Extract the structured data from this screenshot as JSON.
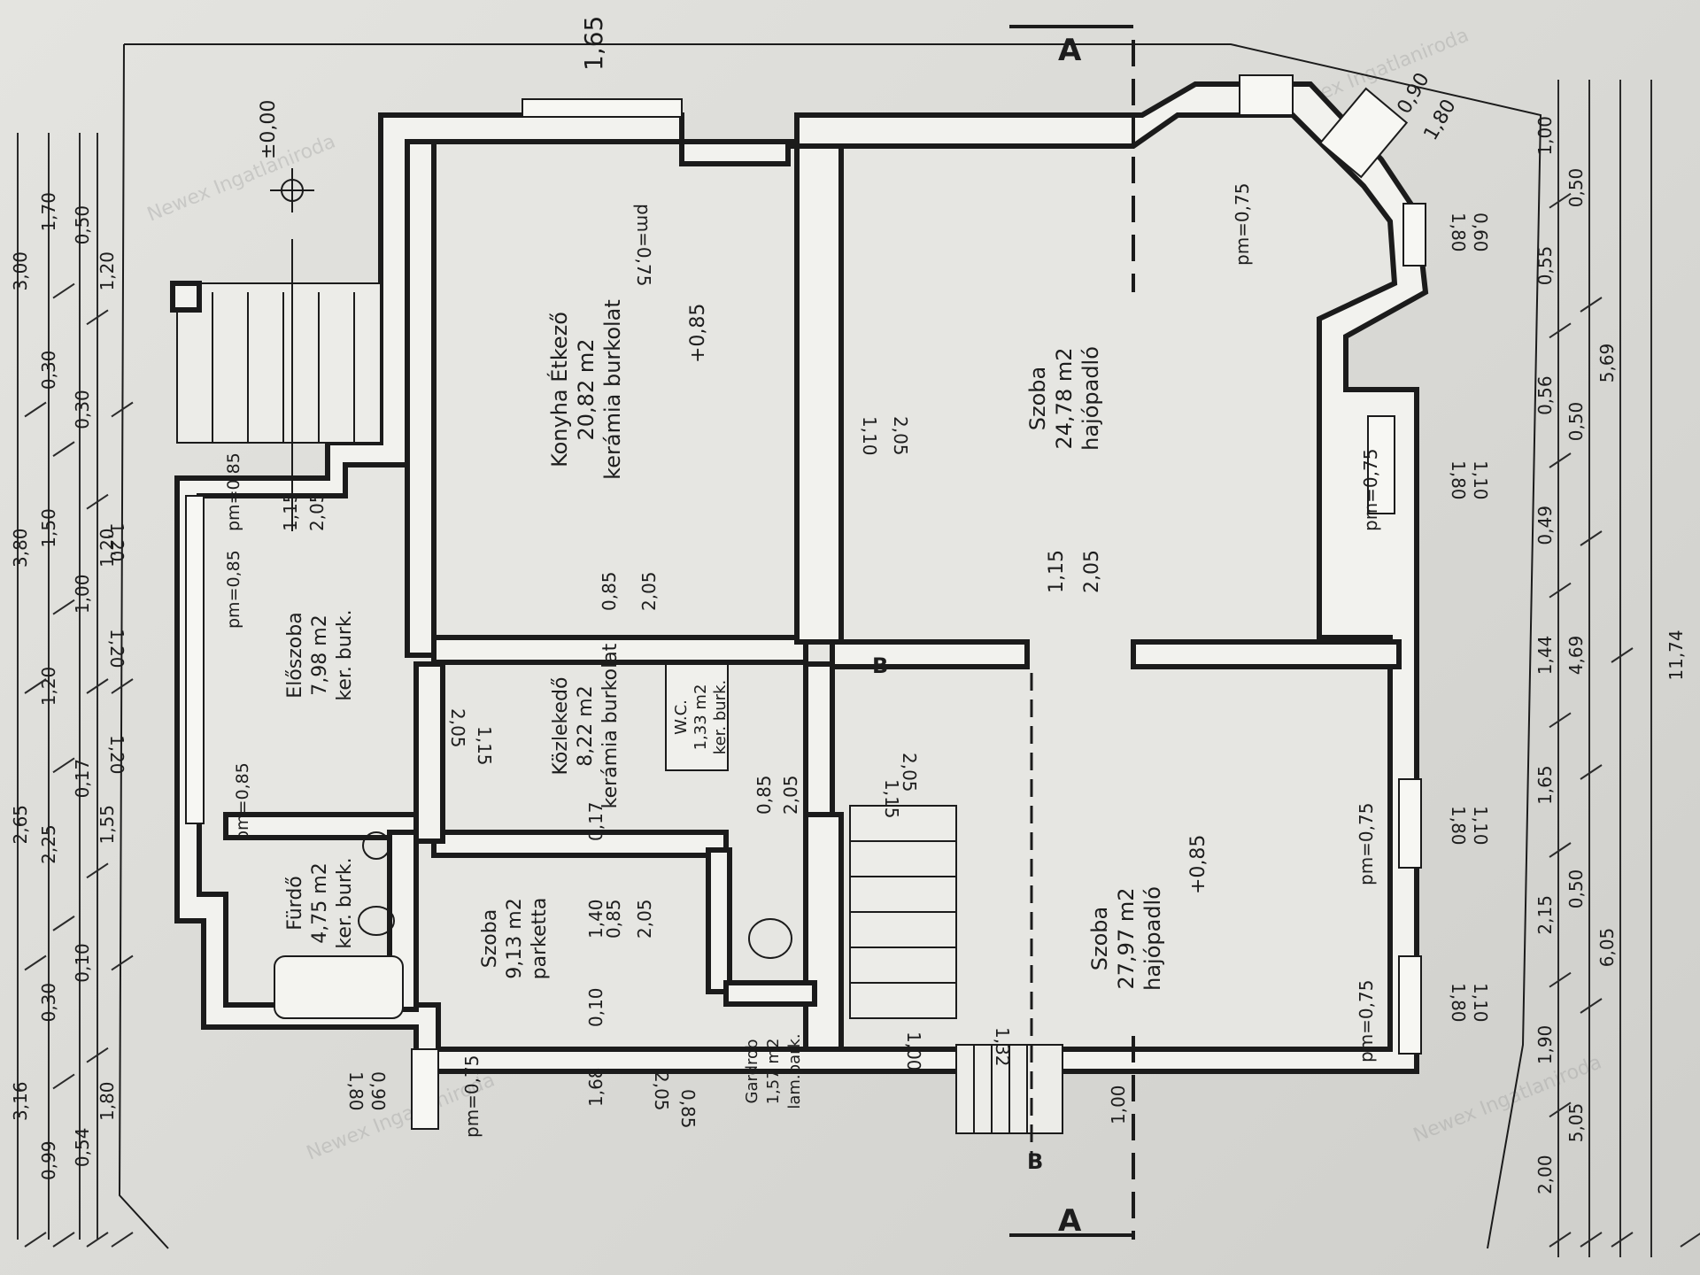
{
  "watermark": "Newex Ingatlaniroda",
  "level_mark": "±0,00",
  "section_marks": {
    "a": "A",
    "b": "B"
  },
  "rooms": [
    {
      "id": "konyha",
      "name": "Konyha Étkező",
      "area": "20,82 m2",
      "finish": "kerámia burkolat",
      "level": "+0,85"
    },
    {
      "id": "szoba1",
      "name": "Szoba",
      "area": "24,78 m2",
      "finish": "hajópadló",
      "level": ""
    },
    {
      "id": "eloszoba",
      "name": "Előszoba",
      "area": "7,98 m2",
      "finish": "ker. burk.",
      "level": ""
    },
    {
      "id": "kozlekedo",
      "name": "Közlekedő",
      "area": "8,22 m2",
      "finish": "kerámia burkolat",
      "level": ""
    },
    {
      "id": "wc",
      "name": "W.C.",
      "area": "1,33 m2",
      "finish": "ker. burk.",
      "level": ""
    },
    {
      "id": "furdo",
      "name": "Fürdő",
      "area": "4,75 m2",
      "finish": "ker. burk.",
      "level": ""
    },
    {
      "id": "szoba2",
      "name": "Szoba",
      "area": "9,13 m2",
      "finish": "parketta",
      "level": ""
    },
    {
      "id": "gardrob",
      "name": "Gardrob",
      "area": "1,57 m2",
      "finish": "lam.park.",
      "level": ""
    },
    {
      "id": "szoba3",
      "name": "Szoba",
      "area": "27,97 m2",
      "finish": "hajópadló",
      "level": "+0,85"
    }
  ],
  "annotations": {
    "pm075": "pm=0,75",
    "pm085": "pm=0,85",
    "door_115": "1,15",
    "door_205": "2,05",
    "door_110": "1,10",
    "door_085": "0,85",
    "win_180": "1,80",
    "win_110": "1,10",
    "win_120": "1,20",
    "win_090": "0,90",
    "win_060": "0,60",
    "stair_100": "1,00",
    "stair_132": "1,32",
    "stair_168": "1,68",
    "stair_140": "1,40",
    "stair_010": "0,10",
    "stair_017": "0,17",
    "top_165": "1,65"
  },
  "dims_bottom_1": [
    "2,00",
    "1,90",
    "2,15",
    "1,65",
    "1,44",
    "0,49",
    "0,56",
    "0,55",
    "1,00"
  ],
  "dims_bottom_2": [
    "5,05",
    "0,50",
    "4,69",
    "0,50",
    "0,50"
  ],
  "dims_bottom_3": [
    "6,05",
    "5,69"
  ],
  "dims_bottom_4": [
    "11,74"
  ],
  "dims_top_1": [
    "0,54",
    "0,10",
    "0,17",
    "1,00",
    "0,30",
    "0,50"
  ],
  "dims_top_2": [
    "0,99",
    "0,30",
    "2,25",
    "1,20",
    "1,50",
    "0,30",
    "1,70"
  ],
  "dims_top_3": [
    "3,16",
    "2,65",
    "3,80",
    "3,00"
  ],
  "dims_top_4": [
    "1,80",
    "1,55",
    "1,20",
    "1,20"
  ]
}
